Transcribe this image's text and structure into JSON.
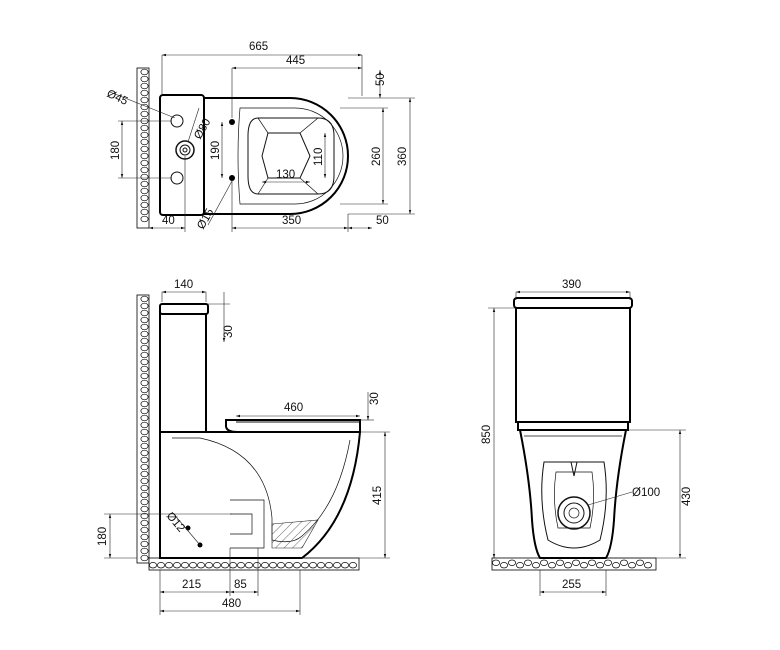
{
  "colors": {
    "line": "#111111",
    "background": "#ffffff"
  },
  "top_view": {
    "width_665": "665",
    "width_445": "445",
    "offset_50_top": "50",
    "dia_45": "Ø45",
    "dia_80": "Ø80",
    "dim_180": "180",
    "dim_190": "190",
    "dim_110": "110",
    "dim_130": "130",
    "dim_260": "260",
    "dim_360": "360",
    "dim_40": "40",
    "dia_15": "Ø15",
    "dim_350": "350",
    "dim_50_bottom": "50"
  },
  "side_view": {
    "dim_140": "140",
    "dim_30_tank": "30",
    "dim_460": "460",
    "dim_30_seat": "30",
    "dim_415": "415",
    "dia_12": "Ø12",
    "dim_180": "180",
    "dim_215": "215",
    "dim_85": "85",
    "dim_480": "480"
  },
  "front_view": {
    "dim_390": "390",
    "dim_850": "850",
    "dia_100": "Ø100",
    "dim_430": "430",
    "dim_255": "255"
  }
}
